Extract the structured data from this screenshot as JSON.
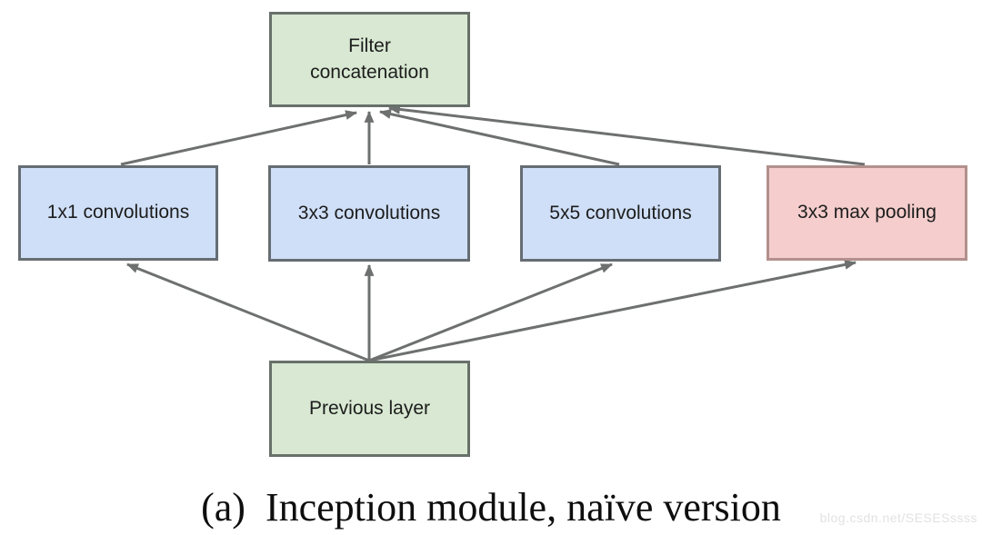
{
  "diagram": {
    "title_hint": "Inception module diagram (GoogLeNet), naive version",
    "nodes": {
      "filter_concat": {
        "label": "Filter concatenation",
        "fill": "#d8e8d2",
        "border": "#68706a"
      },
      "conv_1x1": {
        "label": "1x1 convolutions",
        "fill": "#cfdff7",
        "border": "#666d73"
      },
      "conv_3x3": {
        "label": "3x3 convolutions",
        "fill": "#cfdff7",
        "border": "#666d73"
      },
      "conv_5x5": {
        "label": "5x5 convolutions",
        "fill": "#cfdff7",
        "border": "#666d73"
      },
      "max_pool": {
        "label": "3x3 max pooling",
        "fill": "#f4cdcc",
        "border": "#b2908c"
      },
      "previous_layer": {
        "label": "Previous layer",
        "fill": "#d8e8d2",
        "border": "#68706a"
      }
    },
    "edges": [
      "previous_layer -> conv_1x1",
      "previous_layer -> conv_3x3",
      "previous_layer -> conv_5x5",
      "previous_layer -> max_pool",
      "conv_1x1 -> filter_concat",
      "conv_3x3 -> filter_concat",
      "conv_5x5 -> filter_concat",
      "max_pool -> filter_concat"
    ],
    "arrow_color": "#6d706f",
    "caption": {
      "index": "(a)",
      "title": "Inception module, naïve version"
    },
    "watermark": "blog.csdn.net/SESESssss"
  }
}
